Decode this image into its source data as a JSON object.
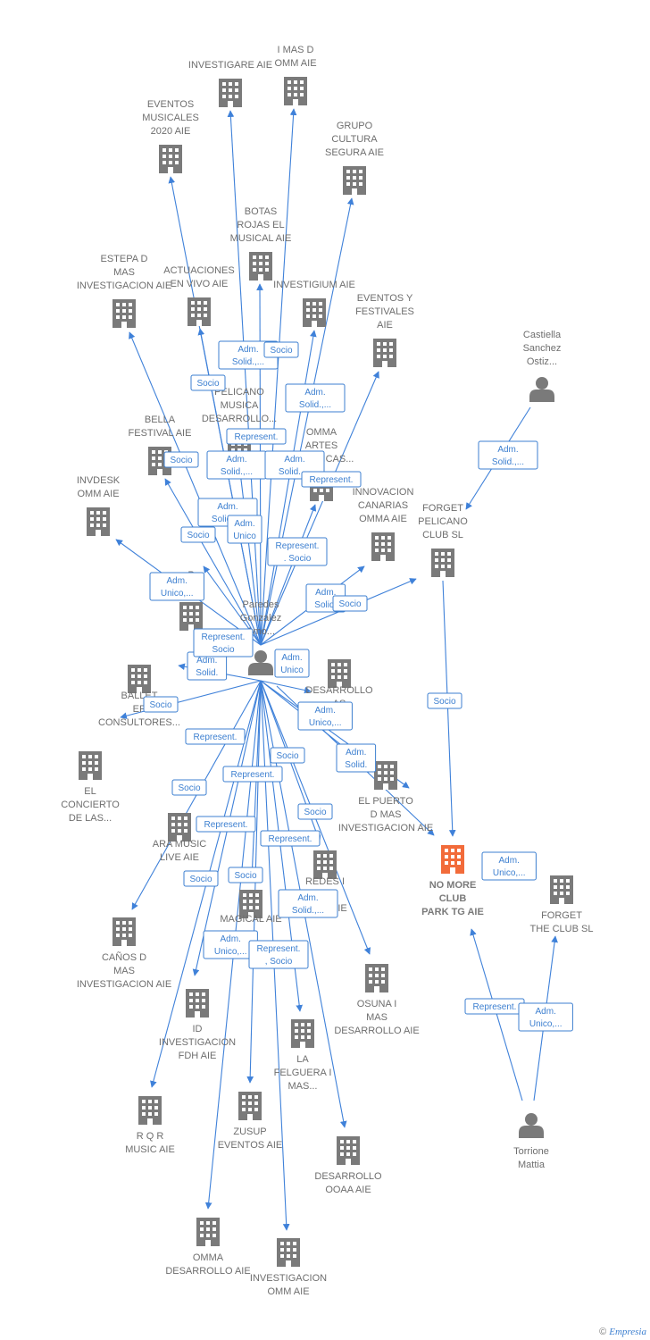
{
  "colors": {
    "edge": "#3f81d9",
    "building": "#7a7a7a",
    "highlight": "#f26b3a",
    "badge": "#3c7fd0",
    "label": "#6e6e6e"
  },
  "footer": {
    "copyright": "©",
    "brand": "Empresia"
  },
  "nodes": [
    {
      "id": "paredes",
      "type": "person",
      "label": [
        "Paredes",
        "Gonzalez",
        "Amo..."
      ]
    },
    {
      "id": "castiella",
      "type": "person",
      "label": [
        "Castiella",
        "Sanchez",
        "Ostiz..."
      ]
    },
    {
      "id": "torrione",
      "type": "person",
      "label": [
        "Torrione",
        "Mattia"
      ]
    },
    {
      "id": "investigare",
      "type": "company",
      "label": [
        "INVESTIGARE AIE"
      ]
    },
    {
      "id": "imasd_omm",
      "type": "company",
      "label": [
        "I MAS D",
        "OMM AIE"
      ]
    },
    {
      "id": "eventos2020",
      "type": "company",
      "label": [
        "EVENTOS",
        "MUSICALES",
        "2020 AIE"
      ]
    },
    {
      "id": "grupo_cultura",
      "type": "company",
      "label": [
        "GRUPO",
        "CULTURA",
        "SEGURA AIE"
      ]
    },
    {
      "id": "botas",
      "type": "company",
      "label": [
        "BOTAS",
        "ROJAS EL",
        "MUSICAL AIE"
      ]
    },
    {
      "id": "estepa",
      "type": "company",
      "label": [
        "ESTEPA D",
        "MAS",
        "INVESTIGACION AIE"
      ]
    },
    {
      "id": "actuaciones",
      "type": "company",
      "label": [
        "ACTUACIONES",
        "EN VIVO AIE"
      ]
    },
    {
      "id": "investigium",
      "type": "company",
      "label": [
        "INVESTIGIUM AIE"
      ]
    },
    {
      "id": "eventos_fest",
      "type": "company",
      "label": [
        "EVENTOS Y",
        "FESTIVALES",
        "AIE"
      ]
    },
    {
      "id": "pelicano_musica",
      "type": "company",
      "label": [
        "PELICANO",
        "MUSICA",
        "DESARROLLO..."
      ]
    },
    {
      "id": "bella",
      "type": "company",
      "label": [
        "BELLA",
        "FESTIVAL AIE"
      ]
    },
    {
      "id": "omma_artes",
      "type": "company",
      "label": [
        "OMMA",
        "ARTES",
        "ESCENICAS..."
      ]
    },
    {
      "id": "invdesk",
      "type": "company",
      "label": [
        "INVDESK",
        "OMM AIE"
      ]
    },
    {
      "id": "innovacion",
      "type": "company",
      "label": [
        "INNOVACION",
        "CANARIAS",
        "OMMA AIE"
      ]
    },
    {
      "id": "forget_pelicano",
      "type": "company",
      "label": [
        "FORGET",
        "PELICANO",
        "CLUB SL"
      ]
    },
    {
      "id": "p_aie",
      "type": "company",
      "label": [
        "P",
        "A AIE"
      ]
    },
    {
      "id": "ballet",
      "type": "company",
      "label": [
        "BALLET",
        "EP",
        "CONSULTORES..."
      ]
    },
    {
      "id": "desarrollo_as",
      "type": "company",
      "label": [
        "DESARROLLO",
        "AS",
        "AIE"
      ]
    },
    {
      "id": "concierto",
      "type": "company",
      "label": [
        "EL",
        "CONCIERTO",
        "DE LAS..."
      ]
    },
    {
      "id": "el_puerto",
      "type": "company",
      "label": [
        "EL PUERTO",
        "D MAS",
        "INVESTIGACION AIE"
      ]
    },
    {
      "id": "ara_music",
      "type": "company",
      "label": [
        "ARA MUSIC",
        "LIVE AIE"
      ]
    },
    {
      "id": "no_more",
      "type": "company",
      "highlight": true,
      "label": [
        "NO MORE",
        "CLUB",
        "PARK TG AIE"
      ]
    },
    {
      "id": "redes",
      "type": "company",
      "label": [
        "REDES I",
        "S",
        "OLLO AIE"
      ]
    },
    {
      "id": "forget_club",
      "type": "company",
      "label": [
        "FORGET",
        "THE CLUB SL"
      ]
    },
    {
      "id": "magical",
      "type": "company",
      "label": [
        "MAGICAL AIE"
      ]
    },
    {
      "id": "canos",
      "type": "company",
      "label": [
        "CAÑOS D",
        "MAS",
        "INVESTIGACION AIE"
      ]
    },
    {
      "id": "osuna",
      "type": "company",
      "label": [
        "OSUNA I",
        "MAS",
        "DESARROLLO AIE"
      ]
    },
    {
      "id": "id_fdh",
      "type": "company",
      "label": [
        "ID",
        "INVESTIGACION",
        "FDH AIE"
      ]
    },
    {
      "id": "felguera",
      "type": "company",
      "label": [
        "LA",
        "FELGUERA I",
        "MAS..."
      ]
    },
    {
      "id": "rqr",
      "type": "company",
      "label": [
        "R Q R",
        "MUSIC AIE"
      ]
    },
    {
      "id": "zusup",
      "type": "company",
      "label": [
        "ZUSUP",
        "EVENTOS AIE"
      ]
    },
    {
      "id": "ooaa",
      "type": "company",
      "label": [
        "DESARROLLO",
        "OOAA AIE"
      ]
    },
    {
      "id": "omma_des",
      "type": "company",
      "label": [
        "OMMA",
        "DESARROLLO AIE"
      ]
    },
    {
      "id": "inv_omm",
      "type": "company",
      "label": [
        "INVESTIGACION",
        "OMM AIE"
      ]
    }
  ],
  "badges": [
    [
      "Adm.",
      "Solid.,..."
    ],
    [
      "Socio"
    ],
    [
      "Socio"
    ],
    [
      "Adm.",
      "Solid.,..."
    ],
    [
      "Represent."
    ],
    [
      "Socio"
    ],
    [
      "Adm.",
      "Solid.,..."
    ],
    [
      "Adm.",
      "Solid.,..."
    ],
    [
      "Represent."
    ],
    [
      "Adm.",
      "Solid.,..."
    ],
    [
      "Socio"
    ],
    [
      "Adm.",
      "Unico"
    ],
    [
      "Represent.",
      ". Socio"
    ],
    [
      "Adm.",
      "Solid."
    ],
    [
      "Adm.",
      "Unico,..."
    ],
    [
      "Socio"
    ],
    [
      "Adm.",
      "Solid."
    ],
    [
      "Represent.",
      "Socio"
    ],
    [
      "Adm.",
      "Unico"
    ],
    [
      "Socio"
    ],
    [
      "Represent."
    ],
    [
      "Represent."
    ],
    [
      "Adm.",
      "Unico,..."
    ],
    [
      "Represent."
    ],
    [
      "Socio"
    ],
    [
      "Adm.",
      "Solid."
    ],
    [
      "Socio"
    ],
    [
      "Represent."
    ],
    [
      "Socio"
    ],
    [
      "Socio"
    ],
    [
      "Socio"
    ],
    [
      "Adm.",
      "Solid.,..."
    ],
    [
      "Adm.",
      "Unico,..."
    ],
    [
      "Represent.",
      ", Socio"
    ],
    [
      "Adm.",
      "Unico,..."
    ],
    [
      "Socio"
    ],
    [
      "Adm.",
      "Solid.,..."
    ],
    [
      "Represent."
    ],
    [
      "Adm.",
      "Unico,..."
    ]
  ]
}
